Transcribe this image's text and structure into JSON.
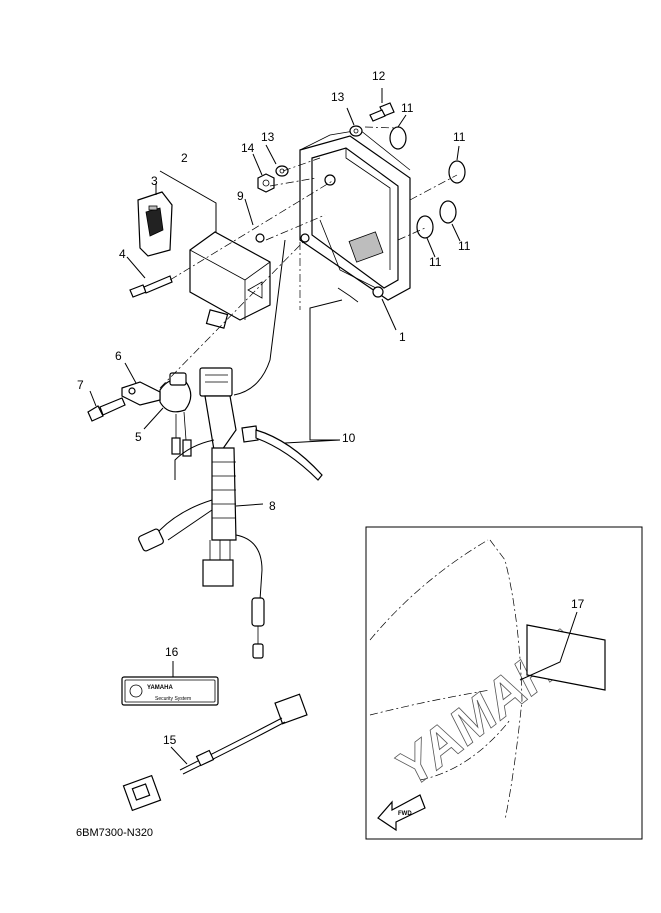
{
  "diagram": {
    "drawing_code": "6BM7300-N320",
    "callouts": [
      {
        "id": "c1",
        "text": "1"
      },
      {
        "id": "c2",
        "text": "2"
      },
      {
        "id": "c3",
        "text": "3"
      },
      {
        "id": "c4",
        "text": "4"
      },
      {
        "id": "c5",
        "text": "5"
      },
      {
        "id": "c6",
        "text": "6"
      },
      {
        "id": "c7",
        "text": "7"
      },
      {
        "id": "c8",
        "text": "8"
      },
      {
        "id": "c9",
        "text": "9"
      },
      {
        "id": "c10",
        "text": "10"
      },
      {
        "id": "c11a",
        "text": "11"
      },
      {
        "id": "c11b",
        "text": "11"
      },
      {
        "id": "c11c",
        "text": "11"
      },
      {
        "id": "c11d",
        "text": "11"
      },
      {
        "id": "c12",
        "text": "12"
      },
      {
        "id": "c13a",
        "text": "13"
      },
      {
        "id": "c13b",
        "text": "13"
      },
      {
        "id": "c14",
        "text": "14"
      },
      {
        "id": "c15",
        "text": "15"
      },
      {
        "id": "c16",
        "text": "16"
      },
      {
        "id": "c17",
        "text": "17"
      }
    ],
    "label_16": {
      "brand": "YAMAHA",
      "caption": "Security System"
    },
    "cowling": {
      "brand": "YAMAHA",
      "arrow_text": "FWD"
    }
  }
}
